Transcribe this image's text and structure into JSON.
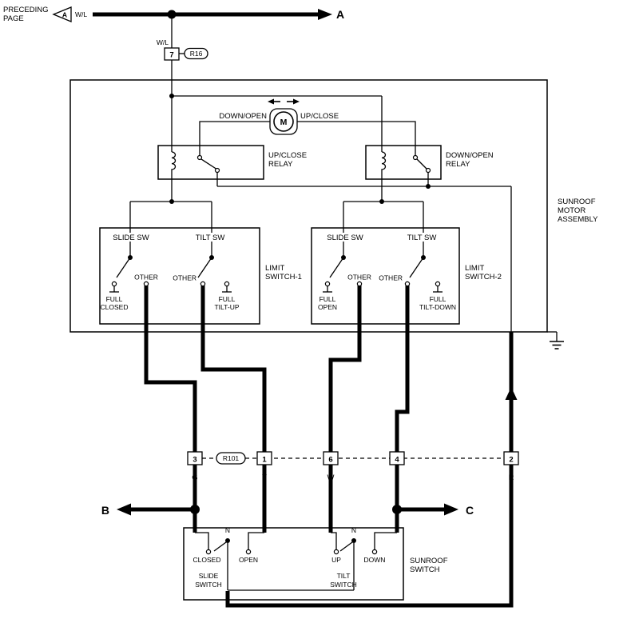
{
  "diagram": {
    "bg_color": "#ffffff",
    "line_color": "#000000",
    "header": {
      "preceding_line1": "PRECEDING",
      "preceding_line2": "PAGE",
      "page_ref": "A",
      "wire_top": "W/L",
      "branch_a": "A",
      "wire_drop": "W/L",
      "connector_pin": "7",
      "connector_ref": "R16"
    },
    "assembly": {
      "l1": "SUNROOF",
      "l2": "MOTOR",
      "l3": "ASSEMBLY"
    },
    "motor": {
      "m": "M",
      "left": "DOWN/OPEN",
      "right": "UP/CLOSE"
    },
    "relay1": {
      "line1": "UP/CLOSE",
      "line2": "RELAY"
    },
    "relay2": {
      "line1": "DOWN/OPEN",
      "line2": "RELAY"
    },
    "ls1": {
      "name1": "LIMIT",
      "name2": "SWITCH-1",
      "slide_title": "SLIDE SW",
      "tilt_title": "TILT SW",
      "slide_contact_full1": "FULL",
      "slide_contact_full2": "CLOSED",
      "slide_contact_other": "OTHER",
      "tilt_contact_other": "OTHER",
      "tilt_contact_full1": "FULL",
      "tilt_contact_full2": "TILT-UP"
    },
    "ls2": {
      "name1": "LIMIT",
      "name2": "SWITCH-2",
      "slide_title": "SLIDE SW",
      "tilt_title": "TILT SW",
      "slide_contact_full1": "FULL",
      "slide_contact_full2": "OPEN",
      "slide_contact_other": "OTHER",
      "tilt_contact_other": "OTHER",
      "tilt_contact_full1": "FULL",
      "tilt_contact_full2": "TILT-DOWN"
    },
    "connector_row": {
      "ref": "R101",
      "pins": [
        {
          "pin": "3",
          "wire": "G"
        },
        {
          "pin": "1",
          "wire": "Y"
        },
        {
          "pin": "6",
          "wire": "W"
        },
        {
          "pin": "4",
          "wire": "L"
        },
        {
          "pin": "2",
          "wire": "R"
        }
      ]
    },
    "branch_b": "B",
    "branch_c": "C",
    "sunroof_switch": {
      "name1": "SUNROOF",
      "name2": "SWITCH",
      "slide": {
        "name1": "SLIDE",
        "name2": "SWITCH",
        "left": "CLOSED",
        "neutral": "N",
        "right": "OPEN"
      },
      "tilt": {
        "name1": "TILT",
        "name2": "SWITCH",
        "left": "UP",
        "neutral": "N",
        "right": "DOWN"
      }
    }
  }
}
